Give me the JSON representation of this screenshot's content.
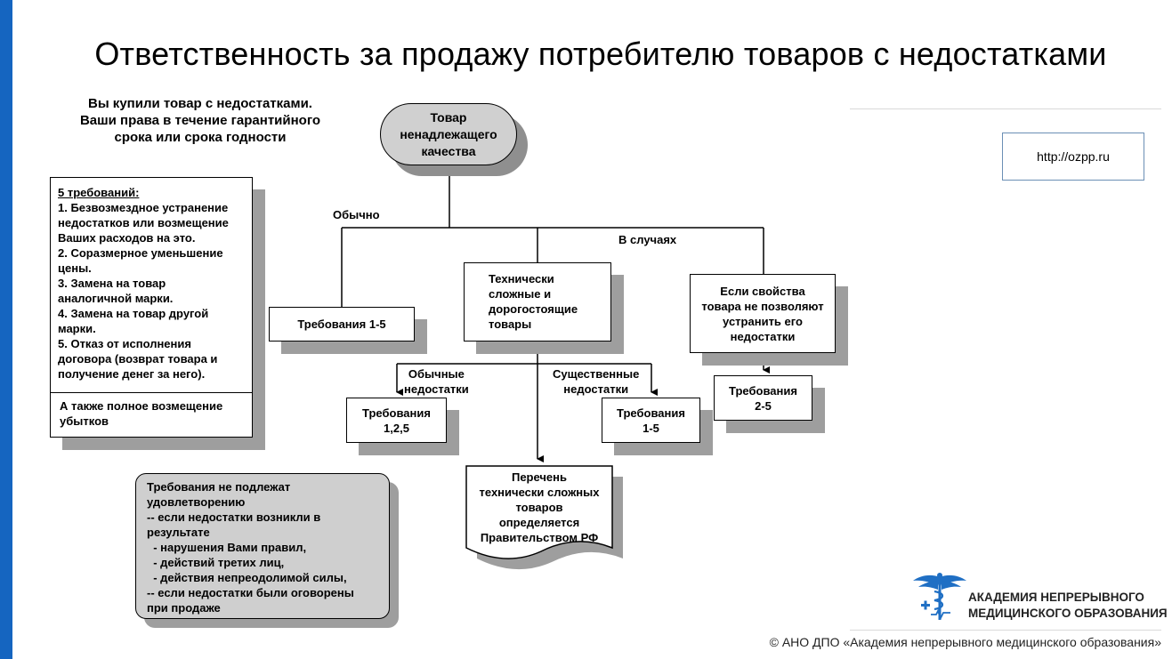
{
  "slide": {
    "title": "Ответственность за продажу потребителю товаров с недостатками",
    "url": "http://ozpp.ru",
    "copyright": "© АНО ДПО «Академия непрерывного  медицинского образования»",
    "logo": {
      "line1": "АКАДЕМИЯ НЕПРЕРЫВНОГО",
      "line2": "МЕДИЦИНСКОГО ОБРАЗОВАНИЯ",
      "icon": "caduceus-icon"
    },
    "accent_color": "#1565c0"
  },
  "diagram": {
    "intro": [
      "Вы купили товар с недостатками.",
      "Ваши права в течение гарантийного",
      "срока или срока годности"
    ],
    "root": [
      "Товар",
      "ненадлежащего",
      "качества"
    ],
    "label_usually": "Обычно",
    "label_in_cases": "В случаях",
    "five_requirements": {
      "heading": "5 требований:",
      "items": [
        "1. Безвозмездное устранение",
        "недостатков или возмещение",
        "Ваших расходов на это.",
        "2. Соразмерное уменьшение",
        "цены.",
        "3. Замена на товар",
        "аналогичной марки.",
        "4. Замена на товар другой",
        "марки.",
        "5. Отказ от исполнения",
        "договора (возврат товара и",
        "получение денег за него)."
      ],
      "also": "А также полное возмещение убытков"
    },
    "req_1_5_usual": "Требования 1-5",
    "tech_complex": [
      "Технически",
      "сложные и",
      "дорогостоящие",
      "товары"
    ],
    "cannot_fix": [
      "Если свойства",
      "товара не позволяют",
      "устранить его",
      "недостатки"
    ],
    "label_ordinary_defects": [
      "Обычные",
      "недостатки"
    ],
    "label_significant_defects": [
      "Существенные",
      "недостатки"
    ],
    "req_1_2_5": [
      "Требования",
      "1,2,5"
    ],
    "req_1_5_sig": [
      "Требования",
      "1-5"
    ],
    "req_2_5": [
      "Требования",
      "2-5"
    ],
    "gov_list": [
      "Перечень",
      "технически сложных",
      "товаров",
      "определяется",
      "Правительством РФ"
    ],
    "not_satisfied": [
      "Требования не подлежат",
      "удовлетворению",
      "-- если недостатки возникли в",
      "результате",
      "  - нарушения Вами правил,",
      "  - действий третих лиц,",
      "  - действия непреодолимой силы,",
      "-- если недостатки были оговорены",
      "при продаже"
    ]
  }
}
